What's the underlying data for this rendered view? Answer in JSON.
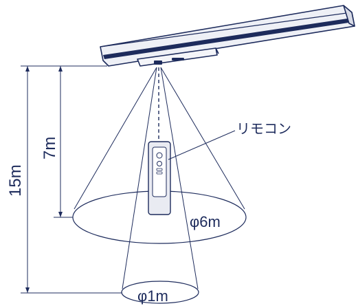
{
  "labels": {
    "remote": "リモコン",
    "height_total": "15m",
    "height_partial": "7m",
    "diameter_large": "φ6m",
    "diameter_small": "φ1m"
  },
  "colors": {
    "line": "#1d2b5c",
    "fixture_body": "#eef0f6",
    "fixture_stripe": "#1d2b5c",
    "remote_body": "#e9ebf2"
  }
}
